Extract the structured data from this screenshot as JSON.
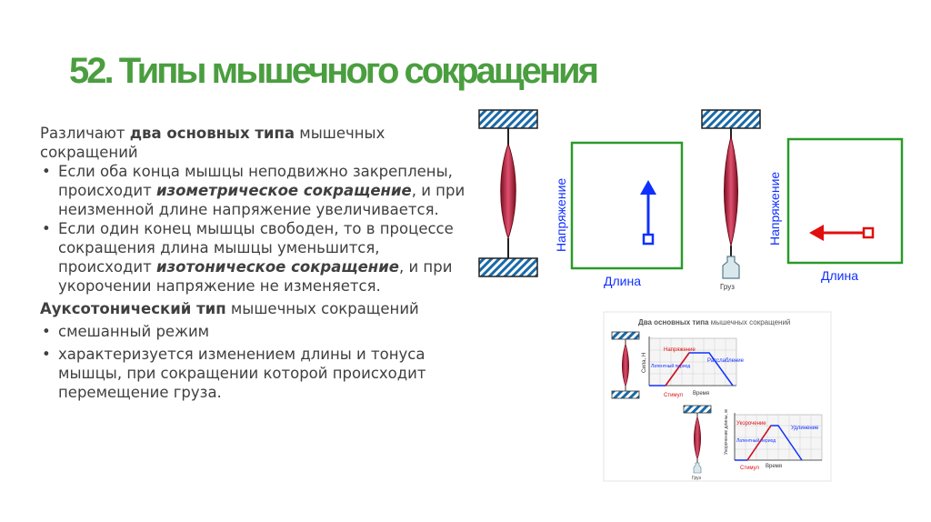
{
  "title": "52. Типы мышечного сокращения",
  "intro": {
    "pre": "Различают ",
    "bold": "два основных типа",
    "post": " мышечных сокращений"
  },
  "bullets1": [
    {
      "pre": "Если оба конца мышцы неподвижно закреплены, происходит ",
      "bi": "изометрическое сокращение",
      "post": ", и при неизменной длине напряжение увеличивается."
    },
    {
      "pre": "Если один конец мышцы свободен, то в процессе сокращения длина мышцы уменьшится, происходит ",
      "bi": "изотоническое сокращение",
      "post": ", и при укорочении напряжение не изменяется."
    }
  ],
  "auxo": {
    "bold": "Ауксотонический тип",
    "post": " мышечных сокращений"
  },
  "bullets2": [
    "смешанный режим",
    "характеризуется изменением длины и тонуса мышцы, при сокращении которой происходит перемещение груза."
  ],
  "diagram": {
    "ylabel": "Напряжение",
    "xlabel": "Длина",
    "weight_label": "Груз",
    "colors": {
      "green": "#2a9a2a",
      "blue": "#1030ff",
      "red": "#e01010",
      "muscle": "#c03050"
    }
  },
  "inset": {
    "title_bold": "Два основных типа",
    "title_rest": " мышечных сокращений",
    "top": {
      "ylabel": "Сила, Н",
      "phase1": "Напряжение",
      "phase2": "Латентный период",
      "phase3": "Расслабление",
      "stim": "Стимул",
      "x": "Время"
    },
    "bottom": {
      "ylabel": "Укорочение длины, м",
      "phase1": "Укорочение",
      "phase2": "Латентный период",
      "phase3": "Удлинение",
      "stim": "Стимул",
      "x": "Время",
      "weight": "Груз"
    }
  }
}
